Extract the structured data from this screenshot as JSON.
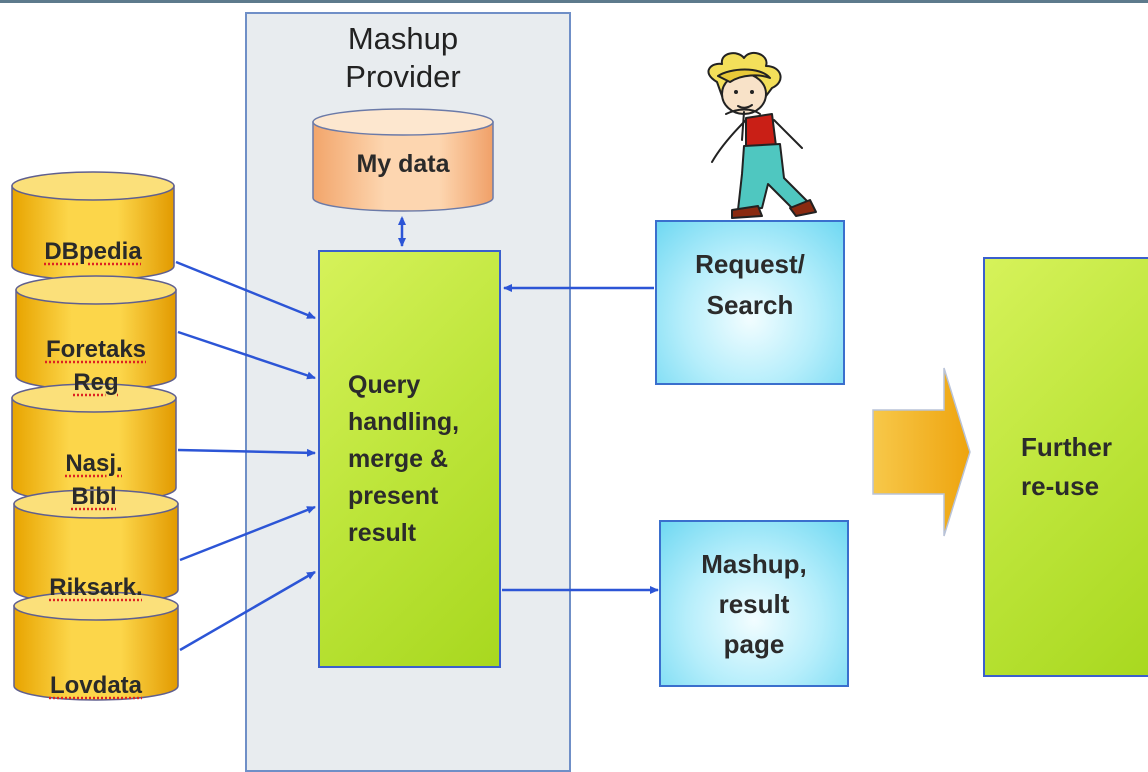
{
  "provider": {
    "title": "Mashup\nProvider"
  },
  "my_data": {
    "label": "My data"
  },
  "sources": [
    {
      "label": "DBpedia"
    },
    {
      "label": "Foretaks\nReg"
    },
    {
      "label": "Nasj.\nBibl"
    },
    {
      "label": "Riksark."
    },
    {
      "label": "Lovdata"
    }
  ],
  "query_box": {
    "label": "Query\nhandling,\nmerge &\npresent\nresult"
  },
  "request_box": {
    "label": "Request/\nSearch"
  },
  "result_box": {
    "label": "Mashup,\nresult\npage"
  },
  "further_box": {
    "label": "Further\nre-use"
  },
  "colors": {
    "connector": "#2c55d6",
    "cylinder_yellow": "#f6c21a",
    "cylinder_peach": "#f9c79a",
    "green": "#c6ea40",
    "cyan": "#9fe6f7",
    "arrow_orange": "#f3b51c"
  }
}
